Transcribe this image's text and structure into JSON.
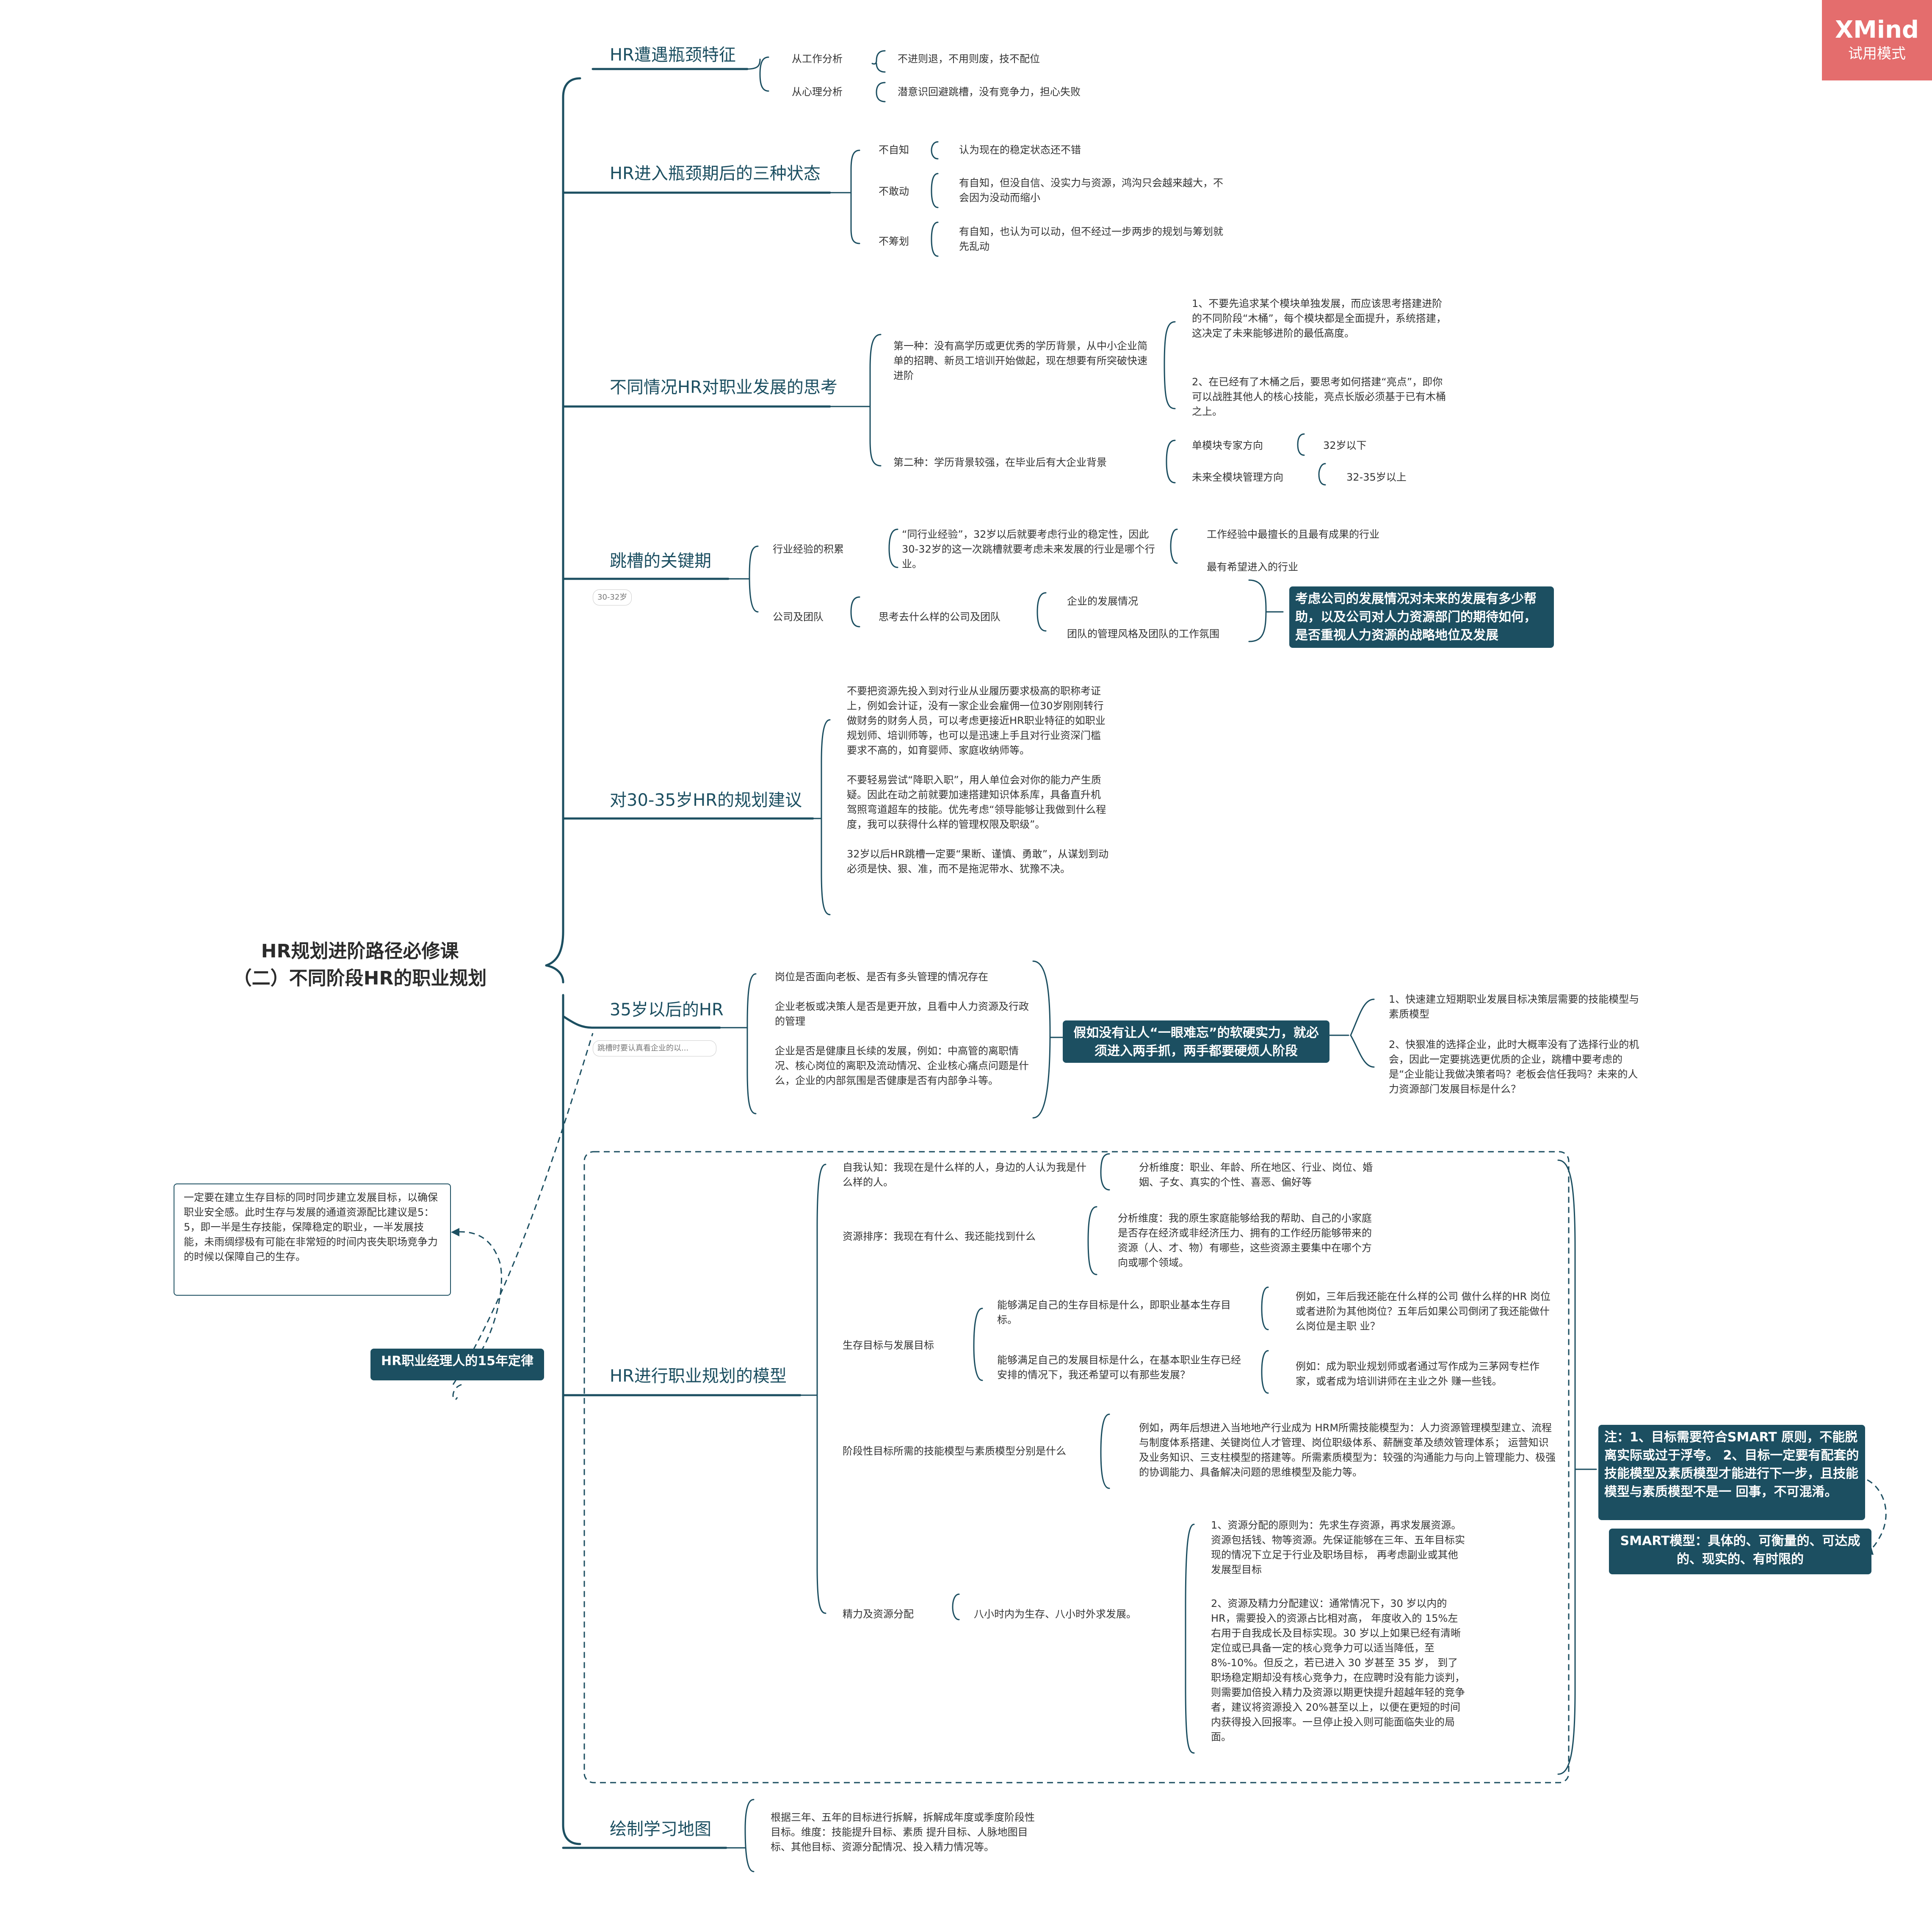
{
  "watermark": {
    "brand": "XMind",
    "mode": "试用模式"
  },
  "root": {
    "line1": "HR规划进阶路径必修课",
    "line2": "（二）不同阶段HR的职业规划"
  },
  "side": {
    "box_label": "HR职业经理人的15年定律",
    "summary_text": "一定要在建立生存目标的同时同步建立发展目标，以确保职业安全感。此时生存与发展的通道资源配比建议是5：5，即一半是生存技能，保障稳定的职业，一半发展技能，未雨绸缪极有可能在非常短的时间内丧失职场竞争力的时候以保障自己的生存。"
  },
  "branches": {
    "b1": {
      "title": "HR遭遇瓶颈特征",
      "items": [
        {
          "label": "从工作分析",
          "detail": "不进则退，不用则废，技不配位"
        },
        {
          "label": "从心理分析",
          "detail": "潜意识回避跳槽，没有竞争力，担心失败"
        }
      ]
    },
    "b2": {
      "title": "HR进入瓶颈期后的三种状态",
      "items": [
        {
          "label": "不自知",
          "detail": "认为现在的稳定状态还不错"
        },
        {
          "label": "不敢动",
          "detail": "有自知，但没自信、没实力与资源，鸿沟只会越来越大，不会因为没动而缩小"
        },
        {
          "label": "不筹划",
          "detail": "有自知，也认为可以动，但不经过一步两步的规划与筹划就先乱动"
        }
      ]
    },
    "b3": {
      "title": "不同情况HR对职业发展的思考",
      "first": {
        "label": "第一种：没有高学历或更优秀的学历背景，从中小企业简单的招聘、新员工培训开始做起，现在想要有所突破快速进阶",
        "items": [
          "1、不要先追求某个模块单独发展，而应该思考搭建进阶的不同阶段“木桶”，每个模块都是全面提升，系统搭建，这决定了未来能够进阶的最低高度。",
          "2、在已经有了木桶之后，要思考如何搭建“亮点”，即你可以战胜其他人的核心技能，亮点长版必须基于已有木桶之上。"
        ]
      },
      "second": {
        "label": "第二种：学历背景较强，在毕业后有大企业背景",
        "items": [
          {
            "label": "单模块专家方向",
            "detail": "32岁以下"
          },
          {
            "label": "未来全模块管理方向",
            "detail": "32-35岁以上"
          }
        ]
      }
    },
    "b4": {
      "title": "跳槽的关键期",
      "note": "30-32岁",
      "exp": {
        "label": "行业经验的积累",
        "detail": "“同行业经验”，32岁以后就要考虑行业的稳定性，因此30-32岁的这一次跳槽就要考虑未来发展的行业是哪个行业。",
        "items": [
          "工作经验中最擅长的且最有成果的行业",
          "最有希望进入的行业"
        ]
      },
      "company": {
        "label": "公司及团队",
        "detail": "思考去什么样的公司及团队",
        "items": [
          "企业的发展情况",
          "团队的管理风格及团队的工作氛围"
        ],
        "summary": "考虑公司的发展情况对未来的发展有多少帮助，以及公司对人力资源部门的期待如何，是否重视人力资源的战略地位及发展"
      }
    },
    "b5": {
      "title": "对30-35岁HR的规划建议",
      "text": "不要把资源先投入到对行业从业履历要求极高的职称考证上，例如会计证，没有一家企业会雇佣一位30岁刚刚转行做财务的财务人员，可以考虑更接近HR职业特征的如职业规划师、培训师等，也可以是迅速上手且对行业资深门槛要求不高的，如育婴师、家庭收纳师等。\n\n不要轻易尝试“降职入职”，用人单位会对你的能力产生质疑。因此在动之前就要加速搭建知识体系库，具备直升机驾照弯道超车的技能。优先考虑“领导能够让我做到什么程度，我可以获得什么样的管理权限及职级”。\n\n32岁以后HR跳槽一定要“果断、谨慎、勇敢”，从谋划到动必须是快、狠、准，而不是拖泥带水、犹豫不决。"
    },
    "b6": {
      "title": "35岁以后的HR",
      "note": "跳槽时要认真看企业的以...",
      "text": "岗位是否面向老板、是否有多头管理的情况存在\n\n企业老板或决策人是否是更开放，且看中人力资源及行政的管理\n\n企业是否是健康且长续的发展，例如：中高管的离职情况、核心岗位的离职及流动情况、企业核心痛点问题是什么，企业的内部氛围是否健康是否有内部争斗等。",
      "summary": "假如没有让人“一眼难忘”的软硬实力，就必须进入两手抓，两手都要硬烦人阶段",
      "items": [
        "1、快速建立短期职业发展目标决策层需要的技能模型与素质模型",
        "2、快狠准的选择企业，此时大概率没有了选择行业的机会，因此一定要挑选更优质的企业，跳槽中要考虑的是“企业能让我做决策者吗？老板会信任我吗？未来的人力资源部门发展目标是什么？"
      ]
    },
    "b7": {
      "title": "HR进行职业规划的模型",
      "self": {
        "label": "自我认知：我现在是什么样的人，身边的人认为我是什么样的人。",
        "detail": "分析维度：职业、年龄、所在地区、行业、岗位、婚姻、子女、真实的个性、喜恶、偏好等"
      },
      "resource": {
        "label": "资源排序：我现在有什么、我还能找到什么",
        "detail": "分析维度：我的原生家庭能够给我的帮助、自己的小家庭是否存在经济或非经济压力、拥有的工作经历能够带来的资源（人、才、物）有哪些，这些资源主要集中在哪个方向或哪个领域。"
      },
      "goals": {
        "label": "生存目标与发展目标",
        "items": [
          {
            "label": "能够满足自己的生存目标是什么，即职业基本生存目标。",
            "detail": "例如，三年后我还能在什么样的公司 做什么样的HR 岗位或者进阶为其他岗位？五年后如果公司倒闭了我还能做什么岗位是主职 业？"
          },
          {
            "label": "能够满足自己的发展目标是什么，在基本职业生存已经安排的情况下，我还希望可以有那些发展？",
            "detail": "例如：成为职业规划师或者通过写作成为三茅网专栏作家，或者成为培训讲师在主业之外 赚一些钱。"
          }
        ]
      },
      "stage": {
        "label": "阶段性目标所需的技能模型与素质模型分别是什么",
        "detail": "例如，两年后想进入当地地产行业成为 HRM所需技能模型为：人力资源管理模型建立、流程 与制度体系搭建、关键岗位人才管理、岗位职级体系、薪酬变革及绩效管理体系； 运营知识 及业务知识、三支柱模型的搭建等。所需素质模型为：较强的沟通能力与向上管理能力、极强 的协调能力、具备解决问题的思维模型及能力等。"
      },
      "energy": {
        "label": "精力及资源分配",
        "detail": "八小时内为生存、八小时外求发展。",
        "items": [
          "1、资源分配的原则为：先求生存资源，再求发展资源。 资源包括钱、物等资源。先保证能够在三年、五年目标实现的情况下立足于行业及职场目标， 再考虑副业或其他发展型目标",
          "2、资源及精力分配建议：通常情况下，30 岁以内的HR，需要投入的资源占比相对高， 年度收入的 15%左右用于自我成长及目标实现。30 岁以上如果已经有清晰定位或已具备一定的核心竞争力可以适当降低，至 8%-10%。但反之，若已进入 30 岁甚至 35 岁， 到了职场稳定期却没有核心竞争力，在应聘时没有能力谈判，则需要加倍投入精力及资源以期更快提升超越年轻的竞争者，建议将资源投入 20%甚至以上，以便在更短的时间内获得投入回报率。一旦停止投入则可能面临失业的局面。"
        ]
      },
      "summary": "注：1、目标需要符合SMART 原则，不能脱离实际或过于浮夸。 2、目标一定要有配套的技能模型及素质模型才能进行下一步，且技能模型与素质模型不是一 回事，不可混淆。",
      "smart": "SMART模型：具体的、可衡量的、可达成的、现实的、有时限的"
    },
    "b8": {
      "title": "绘制学习地图",
      "text": "根据三年、五年的目标进行拆解，拆解成年度或季度阶段性目标。维度：技能提升目标、素质 提升目标、人脉地图目标、其他目标、资源分配情况、投入精力情况等。"
    },
    "colors": {
      "line": "#1c4f61",
      "accent": "#e46d6d",
      "box": "#1c4f61"
    }
  }
}
